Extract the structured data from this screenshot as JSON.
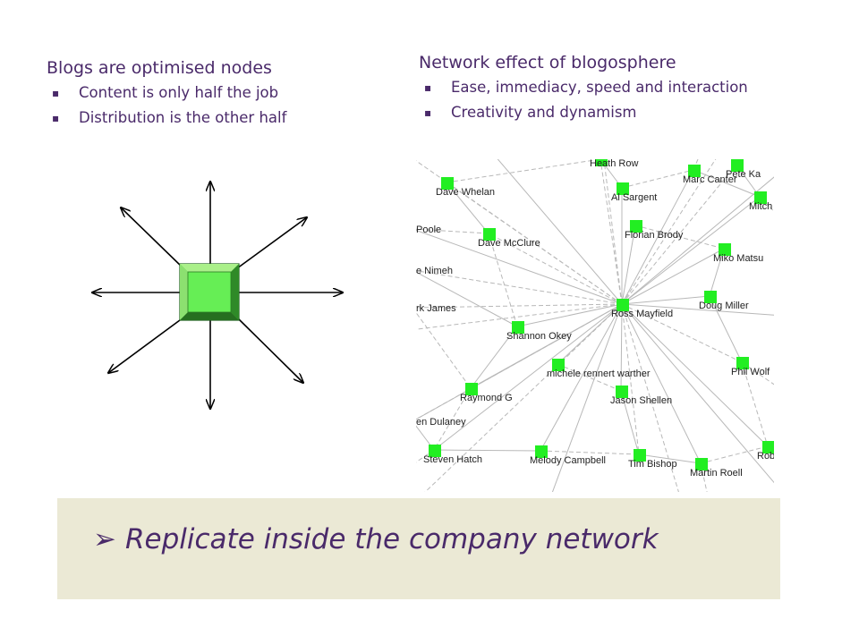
{
  "left": {
    "heading": "Blogs are optimised nodes",
    "bullets": [
      "Content is only half the job",
      "Distribution is the other half"
    ]
  },
  "right": {
    "heading": "Network effect of blogosphere",
    "bullets": [
      "Ease, immediacy, speed and interaction",
      "Creativity and dynamism"
    ]
  },
  "bullet_glyph": "▪",
  "network": {
    "nodes": [
      {
        "label": "Dave Whelan"
      },
      {
        "label": "Al Sargent"
      },
      {
        "label": "Marc Canter"
      },
      {
        "label": "Pete Ka"
      },
      {
        "label": "Mitch"
      },
      {
        "label": "Poole"
      },
      {
        "label": "Dave McClure"
      },
      {
        "label": "Florian Brody"
      },
      {
        "label": "Miko Matsu"
      },
      {
        "label": "e Nimeh"
      },
      {
        "label": "Ross Mayfield"
      },
      {
        "label": "Doug Miller"
      },
      {
        "label": "rk James"
      },
      {
        "label": "Shannon Okey"
      },
      {
        "label": "michele rennert warther"
      },
      {
        "label": "Phil Wolf"
      },
      {
        "label": "Raymond G"
      },
      {
        "label": "Jason Shellen"
      },
      {
        "label": "en Dulaney"
      },
      {
        "label": "Steven Hatch"
      },
      {
        "label": "Melody Campbell"
      },
      {
        "label": "Tim Bishop"
      },
      {
        "label": "Martin Roell"
      },
      {
        "label": "Rob"
      },
      {
        "label": "Heath Row"
      }
    ],
    "node_color": "#22ee22",
    "edge_color": "#b8b8b8"
  },
  "callout": {
    "arrow": "➢",
    "text": "Replicate inside the company network",
    "background": "#ebe9d5"
  }
}
